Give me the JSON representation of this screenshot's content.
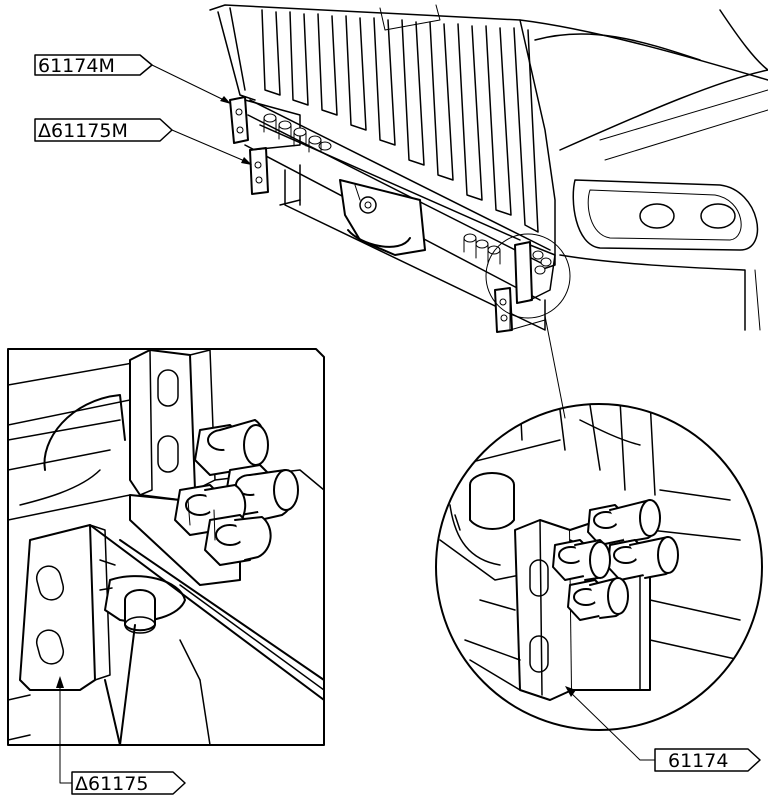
{
  "callouts": {
    "top_part": "61174M",
    "top_part_2": "Δ61175M",
    "detail_left_part": "Δ61175",
    "detail_right_part": "61174"
  }
}
